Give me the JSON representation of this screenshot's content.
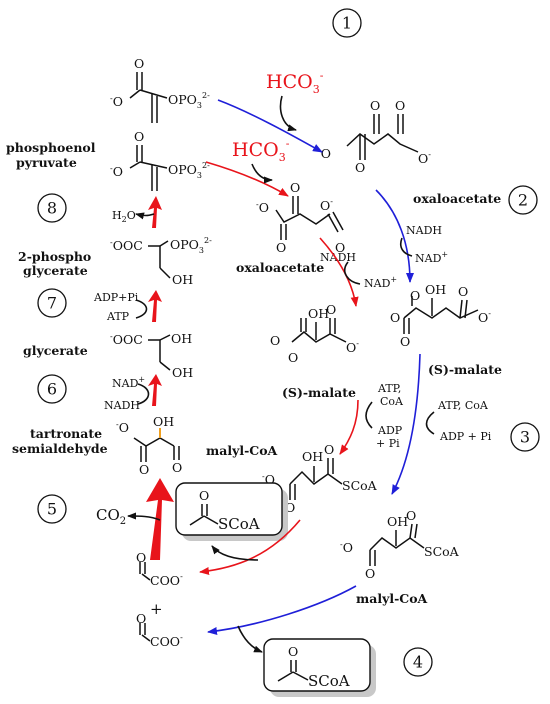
{
  "steps": [
    "1",
    "2",
    "3",
    "4",
    "5",
    "6",
    "7",
    "8"
  ],
  "bicarbonate": {
    "base": "HCO",
    "sub": "3",
    "sup": "-"
  },
  "compounds": {
    "pep_label_1": "phosphoenol",
    "pep_label_2": "pyruvate",
    "pg_label_1": "2-phospho",
    "pg_label_2": "glycerate",
    "glycerate": "glycerate",
    "tsa_label_1": "tartronate",
    "tsa_label_2": "semialdehyde",
    "oxaloacetate": "oxaloacetate",
    "s_malate": "(S)-malate",
    "malyl_coa": "malyl-CoA"
  },
  "cofactors": {
    "nadh": "NADH",
    "nad": "NAD",
    "nad_sup": "+",
    "atp": "ATP",
    "atp_coa_comma": "ATP,",
    "coa": "CoA",
    "atp_coa": "ATP, CoA",
    "adp": "ADP",
    "adp_pi": "ADP + Pi",
    "adp_pi_compact": "ADP+Pi",
    "pi": "+ Pi",
    "h2o": "H",
    "h2o_sub": "2",
    "h2o_o": "O",
    "co2": "CO",
    "co2_sub": "2"
  },
  "fragments": {
    "o": "O",
    "o_minus": "O",
    "minus": "-",
    "opo3": "OPO",
    "opo3_sub": "3",
    "opo3_sup": "2-",
    "oh": "OH",
    "ooc": "OOC",
    "coo": "COO",
    "scoa": "SCoA",
    "plus": "+"
  },
  "colors": {
    "red_pathway": "#e8141b",
    "blue_pathway": "#1f1fd8",
    "highlight_bond": "#f0a020"
  }
}
